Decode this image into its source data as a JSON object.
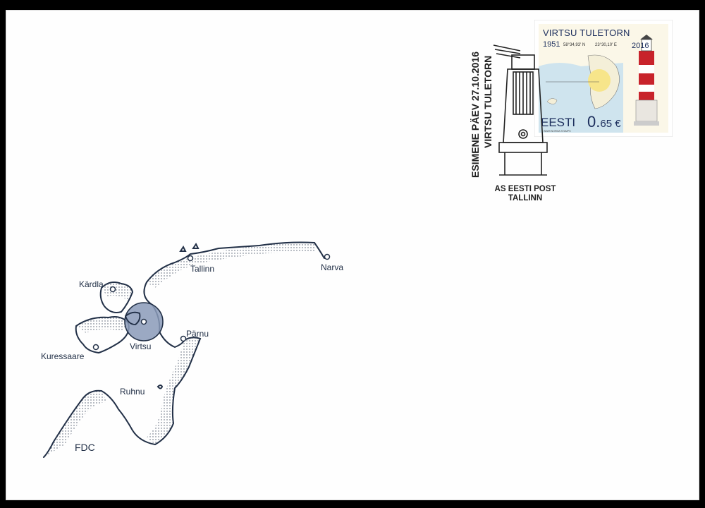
{
  "stamp": {
    "title": "VIRTSU TULETORN",
    "year_built": "1951",
    "latitude": "58°34,93' N",
    "longitude": "23°30,10' E",
    "year_issue": "2016",
    "country": "EESTI",
    "value_main": "0.",
    "value_rest": "65 €",
    "printer_line": "WWW.NORMA STAMPS"
  },
  "cancellation": {
    "line1": "ESIMENE PÄEV 27.10.2016",
    "line2": "VIRTSU TULETORN",
    "post_office_line1": "AS EESTI POST",
    "post_office_line2": "TALLINN"
  },
  "map": {
    "cities": [
      "Tallinn",
      "Narva",
      "Kärdla",
      "Pärnu",
      "Virtsu",
      "Kuressaare",
      "Ruhnu"
    ],
    "highlight_color": "#8a9ab8",
    "ink_color": "#223047"
  },
  "envelope": {
    "label": "FDC"
  }
}
